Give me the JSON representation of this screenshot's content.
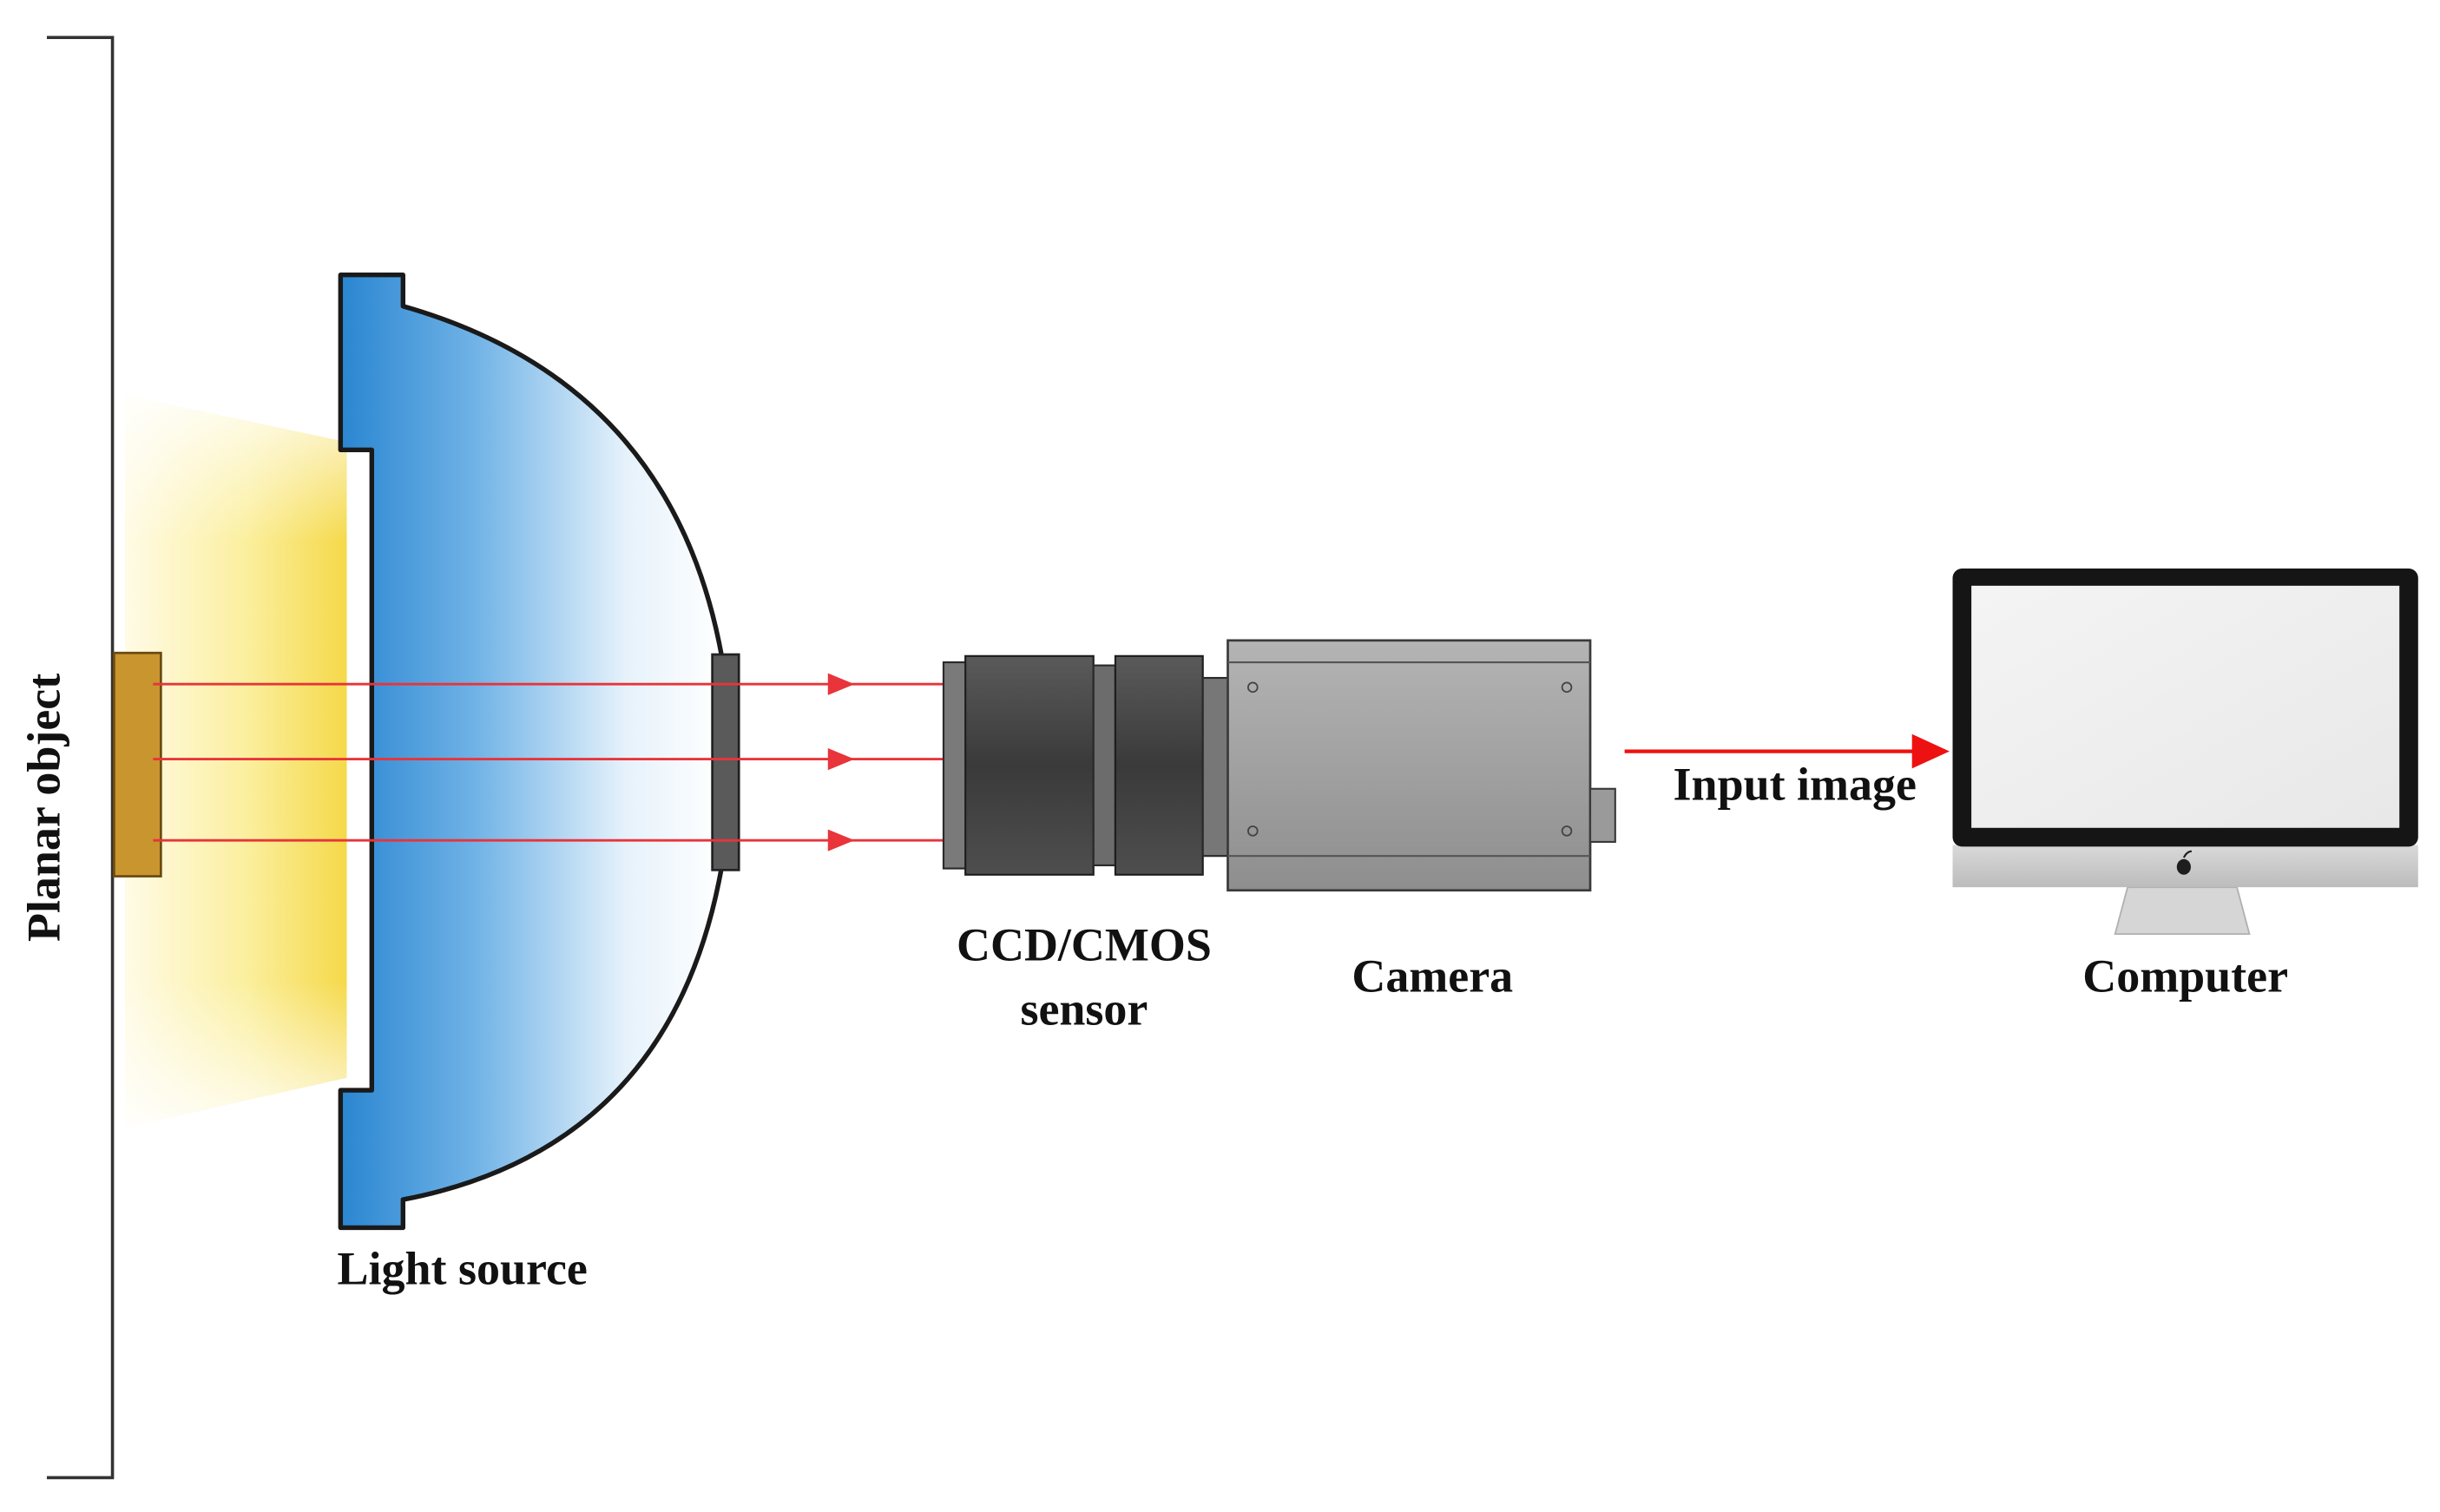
{
  "labels": {
    "planar_object": "Planar object",
    "light_source": "Light source",
    "sensor_line1": "CCD/CMOS",
    "sensor_line2": "sensor",
    "camera": "Camera",
    "input_image": "Input image",
    "computer": "Computer"
  },
  "icons": {
    "computer_logo": "apple-logo-icon"
  },
  "colors": {
    "light_rays": "#e8343a",
    "input_arrow": "#ee1111",
    "planar_object": "#c9952e",
    "light_glow": "#f6e27a",
    "light_housing": "#3d92d6",
    "camera_body": "#9e9e9e",
    "lens": "#484848"
  }
}
